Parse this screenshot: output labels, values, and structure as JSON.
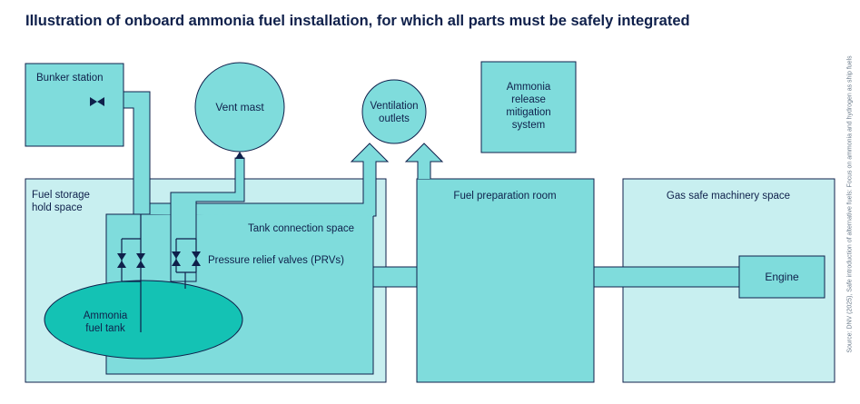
{
  "title": "Illustration of onboard ammonia fuel installation, for which all parts must be safely integrated",
  "source": "Source: DNV (2025), Safe introduction of alternative fuels: Focus on ammonia and hydrogen as ship fuels",
  "labels": {
    "bunker_station": "Bunker station",
    "vent_mast": "Vent mast",
    "ventilation_outlets": [
      "Ventilation",
      "outlets"
    ],
    "release_mitigation": [
      "Ammonia",
      "release",
      "mitigation",
      "system"
    ],
    "fuel_storage": [
      "Fuel storage",
      "hold space"
    ],
    "tank_connection": "Tank connection space",
    "prvs": "Pressure relief valves (PRVs)",
    "fuel_tank": [
      "Ammonia",
      "fuel tank"
    ],
    "fuel_preparation": "Fuel preparation room",
    "gas_safe": "Gas safe machinery space",
    "engine": "Engine"
  },
  "colors": {
    "dark_teal": "#7fdcdc",
    "light_teal": "#c8eff0",
    "tank": "#14c2b4",
    "outline": "#0f204b",
    "valve": "#0f204b"
  }
}
